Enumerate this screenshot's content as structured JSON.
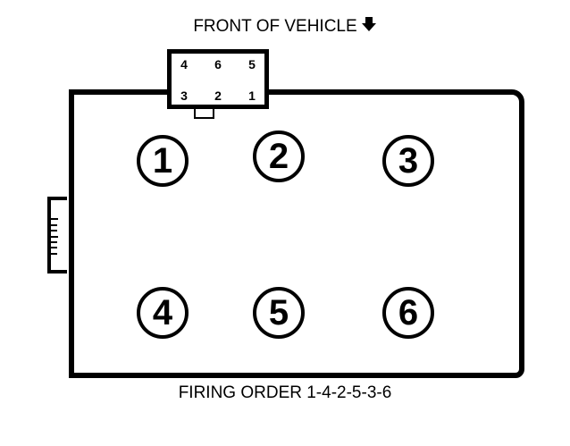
{
  "header": {
    "label": "FRONT OF VEHICLE",
    "arrow_icon": "arrow-down-icon"
  },
  "connector": {
    "pins_top": [
      "4",
      "6",
      "5"
    ],
    "pins_bottom": [
      "3",
      "2",
      "1"
    ]
  },
  "cylinders": {
    "front_row": [
      "1",
      "2",
      "3"
    ],
    "rear_row": [
      "4",
      "5",
      "6"
    ]
  },
  "footer": {
    "firing_order": "FIRING ORDER 1-4-2-5-3-6"
  },
  "colors": {
    "line": "#000000",
    "background": "#ffffff"
  }
}
